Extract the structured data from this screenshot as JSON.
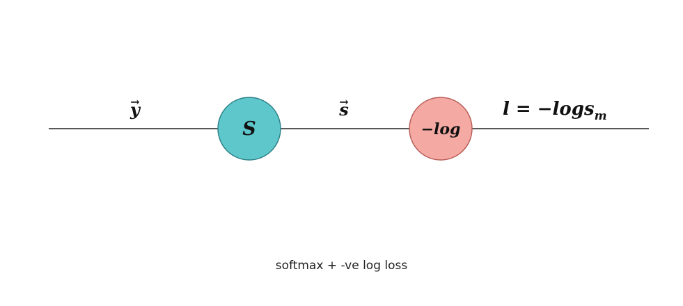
{
  "diagram": {
    "input_label_base": "y",
    "input_label_arrow": "→",
    "softmax_node_label": "S",
    "softmax_node_color": "#5ec7cc",
    "intermediate_label_base": "s",
    "intermediate_label_arrow": "→",
    "log_node_label": "−log",
    "log_node_color": "#f4aaa3",
    "output_label_main": "l = −logs",
    "output_label_subscript": "m"
  },
  "caption": "softmax + -ve log loss"
}
